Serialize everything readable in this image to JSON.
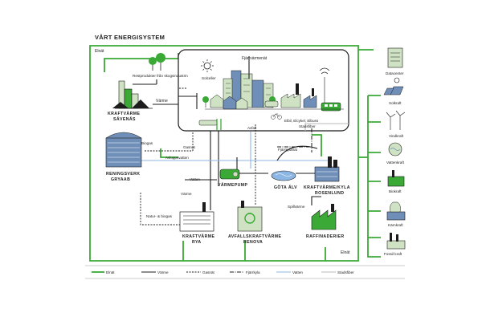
{
  "title": "VÅRT ENERGISYSTEM",
  "labels": {
    "elnat_top": "Elnät",
    "elnat_bottom": "Elnät",
    "restprodukter": "Restprodukter från skogsindustrin",
    "varme_savenas": "Värme",
    "fjarrvarmenat": "Fjärrvärmenät",
    "solceller": "Solceller",
    "elbil": "Elbil, Elcykel, Elbuss",
    "stadsfiber": "Stadsfiber",
    "avfall": "Avfall",
    "fjarrkylanat": "Fjärrkylanät",
    "biogas": "Biogas",
    "gasnat": "Gasnät",
    "avloppsvatten": "Avloppsvatten",
    "vatten": "Vatten",
    "varme_rya": "Värme",
    "natur_biogas": "Natur- & biogas",
    "spillvarme": "Spillvärme"
  },
  "plants": {
    "savenas": [
      "KRAFTVÄRME",
      "SÄVENÄS"
    ],
    "reningsverk": [
      "RENINGSVERK",
      "GRYAAB"
    ],
    "varmepump": [
      "VÄRMEPUMP"
    ],
    "gota_alv": [
      "GÖTA ÄLV"
    ],
    "rosenlund": [
      "KRAFTVÄRME/KYLA",
      "ROSENLUND"
    ],
    "rya": [
      "KRAFTVÄRME",
      "RYA"
    ],
    "renova": [
      "AVFALLSKRAFTVÄRME",
      "RENOVA"
    ],
    "raffinaderier": [
      "RAFFINADERIER"
    ]
  },
  "sources": [
    "Datacenter",
    "Solkraft",
    "Vindkraft",
    "Vattenkraft",
    "Biokraft",
    "Kärnkraft",
    "Fossil kraft"
  ],
  "legend": [
    "Elnät",
    "Värme",
    "Gasnät",
    "Fjärrkyla",
    "Vatten",
    "Stadsfiber"
  ],
  "colors": {
    "green": "#3aa935",
    "dark": "#1c1c1c",
    "water": "#8cb6e3",
    "fiber": "#b9b9b9",
    "building_green": "#cfe3c4",
    "building_blue": "#6f8fb8"
  }
}
